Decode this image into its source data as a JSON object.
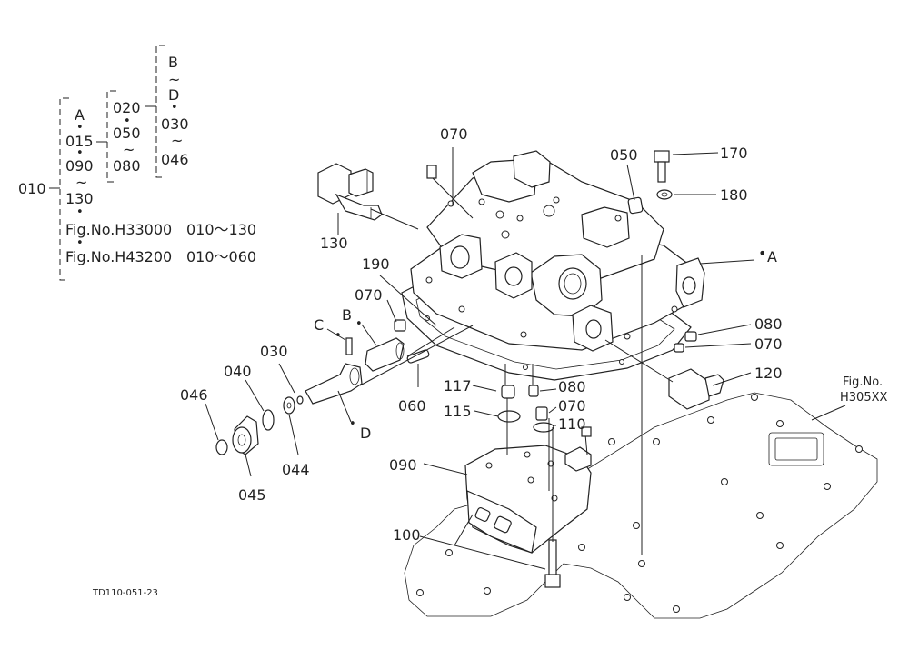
{
  "figure_code": "TD110-051-23",
  "parts": {
    "p010": "010",
    "p015": "015",
    "p020": "020",
    "p030a": "030",
    "p030b": "030",
    "p040": "040",
    "p044": "044",
    "p045": "045",
    "p046a": "046",
    "p046b": "046",
    "p050a": "050",
    "p050b": "050",
    "p060": "060",
    "p070a": "070",
    "p070b": "070",
    "p070c": "070",
    "p070d": "070",
    "p080a": "080",
    "p080b": "080",
    "p080c": "080",
    "p090a": "090",
    "p090b": "090",
    "p100": "100",
    "p110": "110",
    "p115": "115",
    "p117": "117",
    "p120": "120",
    "p130a": "130",
    "p130b": "130",
    "p170": "170",
    "p180": "180",
    "p190": "190"
  },
  "letters": {
    "A1": "A",
    "A2": "A",
    "B1": "B",
    "B2": "B",
    "C1": "C",
    "D1": "D",
    "D2": "D"
  },
  "symbols": {
    "tilde": "~",
    "dot": "•"
  },
  "fig_refs": {
    "ref1_prefix": "Fig.No.H33000",
    "ref1_range": "010～130",
    "ref2_prefix": "Fig.No.H43200",
    "ref2_range": "010～060",
    "side_line1": "Fig.No.",
    "side_line2": "H305XX"
  }
}
